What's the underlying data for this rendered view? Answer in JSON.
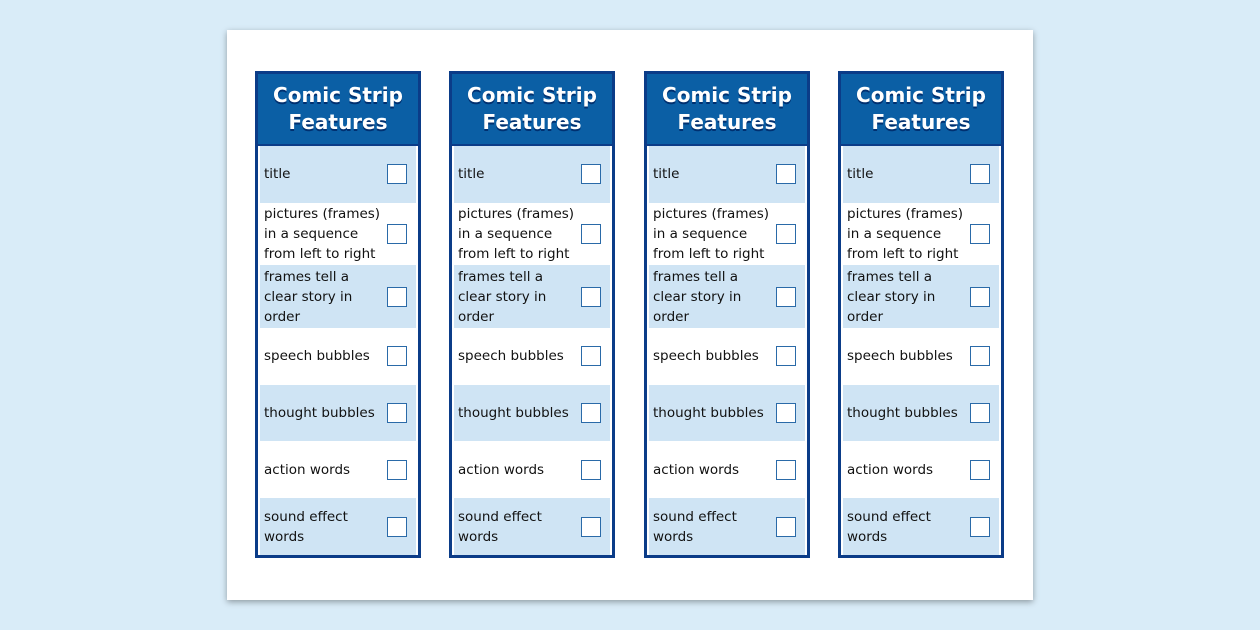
{
  "cards": [
    {
      "title": "Comic Strip Features",
      "items": [
        "title",
        "pictures (frames) in a sequence from left to right",
        "frames tell a clear story in order",
        "speech bubbles",
        "thought bubbles",
        "action words",
        "sound effect words"
      ]
    },
    {
      "title": "Comic Strip Features",
      "items": [
        "title",
        "pictures (frames) in a sequence from left to right",
        "frames tell a clear story in order",
        "speech bubbles",
        "thought bubbles",
        "action words",
        "sound effect words"
      ]
    },
    {
      "title": "Comic Strip Features",
      "items": [
        "title",
        "pictures (frames) in a sequence from left to right",
        "frames tell a clear story in order",
        "speech bubbles",
        "thought bubbles",
        "action words",
        "sound effect words"
      ]
    },
    {
      "title": "Comic Strip Features",
      "items": [
        "title",
        "pictures (frames) in a sequence from left to right",
        "frames tell a clear story in order",
        "speech bubbles",
        "thought bubbles",
        "action words",
        "sound effect words"
      ]
    }
  ],
  "checkbox_states": [
    false,
    false,
    false,
    false,
    false,
    false,
    false
  ],
  "colors": {
    "background": "#d9ecf8",
    "card_border": "#0b3c88",
    "header": "#0b5fa5",
    "row_shade": "#cfe4f4",
    "checkbox_border": "#2a6aa8"
  }
}
